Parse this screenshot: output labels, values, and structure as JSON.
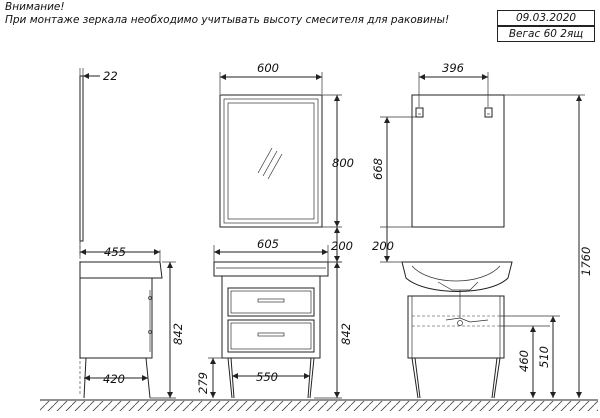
{
  "notes": {
    "attention": "Внимание!",
    "mounting": "При монтаже зеркала необходимо учитывать высоту смесителя для раковины!"
  },
  "title_block": {
    "date": "09.03.2020",
    "model": "Вегас 60  2ящ"
  },
  "dimensions": {
    "mirror_depth": "22",
    "mirror_width": "600",
    "mirror_height": "800",
    "mount_spacing": "396",
    "mount_drop": "668",
    "gap_front": "200",
    "gap_side": "200",
    "cabinet_depth": "455",
    "cabinet_width": "605",
    "cabinet_height_side": "842",
    "cabinet_height_front": "842",
    "legs_depth": "420",
    "legs_width": "550",
    "legs_height": "279",
    "mirror_top_height": "1760",
    "drain_height_1": "460",
    "drain_height_2": "510"
  },
  "colors": {
    "line": "#222222",
    "text": "#111111"
  }
}
